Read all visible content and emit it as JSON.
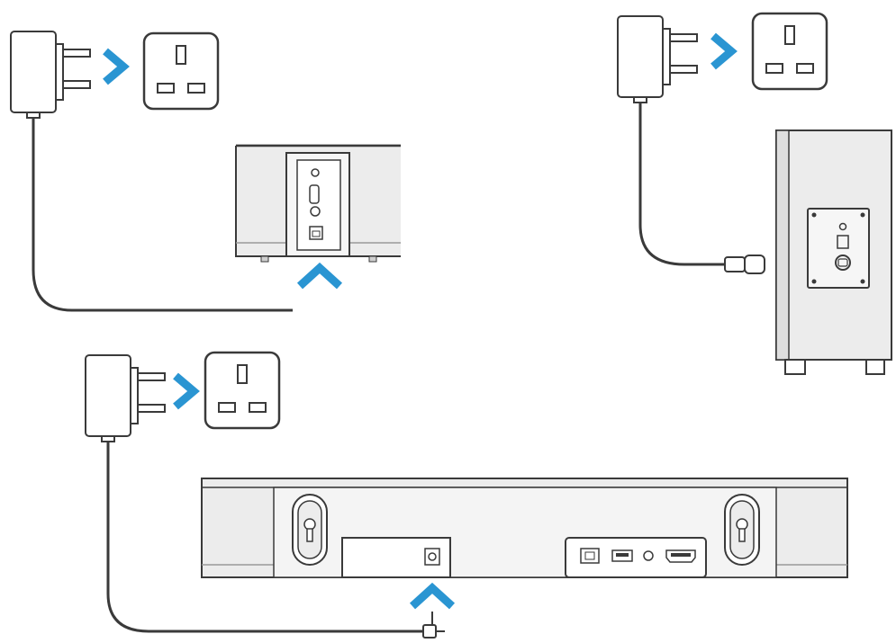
{
  "diagram": {
    "steps": [
      {
        "device": "soundbar-top-panel",
        "connector": "dc-barrel",
        "arrow_direction": "right",
        "pointer_direction": "up"
      },
      {
        "device": "subwoofer",
        "connector": "figure-8",
        "arrow_direction": "right"
      },
      {
        "device": "soundbar-rear",
        "connector": "dc-barrel",
        "arrow_direction": "right",
        "pointer_direction": "up"
      }
    ]
  },
  "colors": {
    "accent": "#2a95d2",
    "line": "#3a3a3a",
    "device_fill": "#ececec",
    "panel_fill": "#f6f6f6",
    "background": "#ffffff"
  },
  "icons": [
    "plug-adapter-icon",
    "uk-socket-icon",
    "chevron-right-icon",
    "chevron-up-icon",
    "keyhole-icon",
    "usb-port-icon",
    "hdmi-port-icon",
    "optical-port-icon",
    "dc-jack-icon"
  ]
}
